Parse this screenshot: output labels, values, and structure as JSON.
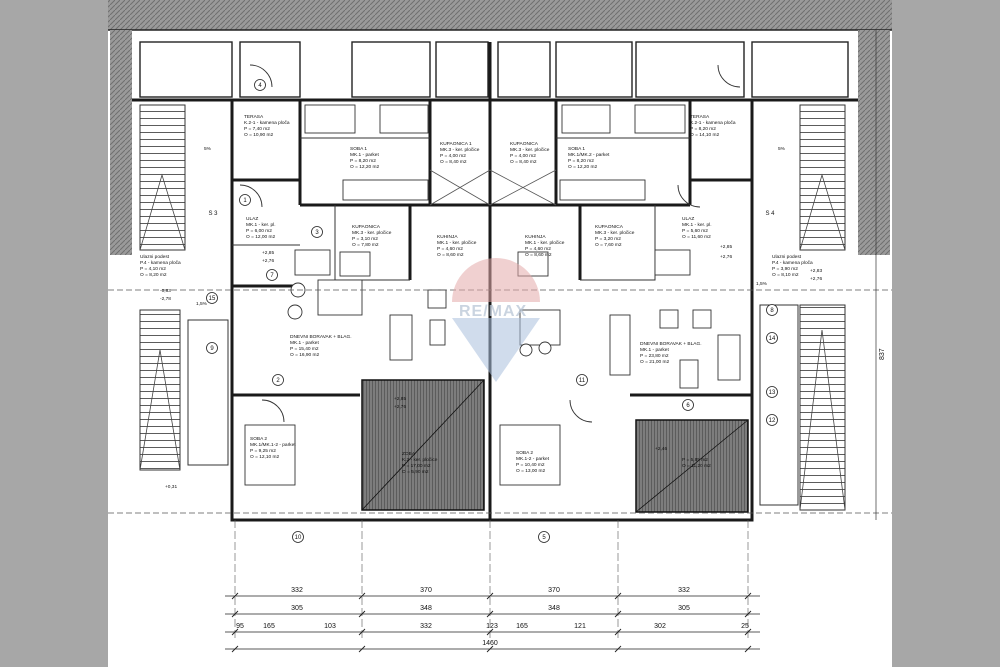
{
  "colors": {
    "background": "#ffffff",
    "margin_fill": "#a7a7a7",
    "roof_hatch": "#8c8c8c",
    "line": "#1a1a1a",
    "watermark_red": "#e4a9a9",
    "watermark_blue": "#a9bfdc"
  },
  "watermark": {
    "text": "RE/MAX"
  },
  "rooms": [
    {
      "name": "TERASA",
      "lines": [
        "K.2-1 - kamena ploča",
        "P = 7,40 m2",
        "O = 10,90 m2"
      ]
    },
    {
      "name": "SOBA 1",
      "lines": [
        "MK.1 - parket",
        "P = 8,20 m2",
        "O = 12,20 m2"
      ]
    },
    {
      "name": "KUPAONICA 1",
      "lines": [
        "MK.3 - ker. pločice",
        "P = 4,00 m2",
        "O = 8,40 m2"
      ]
    },
    {
      "name": "KUPAONICA",
      "lines": [
        "MK.3 - ker. pločice",
        "P = 4,00 m2",
        "O = 8,40 m2"
      ]
    },
    {
      "name": "SOBA 1",
      "lines": [
        "MK.1/MK.2 - parket",
        "P = 8,20 m2",
        "O = 12,20 m2"
      ]
    },
    {
      "name": "TERASA",
      "lines": [
        "K.2-1 - kamena ploča",
        "P = 8,20 m2",
        "O = 14,10 m2"
      ]
    },
    {
      "name": "ULAZ",
      "lines": [
        "MK.1 - ker. pl.",
        "P = 6,00 m2",
        "O = 12,00 m2"
      ]
    },
    {
      "name": "KUPAONICA",
      "lines": [
        "MK.3 - ker. pločice",
        "P = 3,10 m2",
        "O = 7,80 m2"
      ]
    },
    {
      "name": "KUHINJA",
      "lines": [
        "MK.1 - ker. pločice",
        "P = 4,60 m2",
        "O = 8,60 m2"
      ]
    },
    {
      "name": "KUHINJA",
      "lines": [
        "MK.1 - ker. pločice",
        "P = 4,60 m2",
        "O = 8,60 m2"
      ]
    },
    {
      "name": "KUPAONICA",
      "lines": [
        "MK.3 - ker. pločice",
        "P = 3,20 m2",
        "O = 7,60 m2"
      ]
    },
    {
      "name": "ULAZ",
      "lines": [
        "MK.1 - ker. pl.",
        "P = 5,60 m2",
        "O = 11,60 m2"
      ]
    },
    {
      "name": "Ulazni podest",
      "lines": [
        "P.4 - kamena ploča",
        "P = 4,10 m2",
        "O = 8,20 m2"
      ]
    },
    {
      "name": "Ulazni podest",
      "lines": [
        "P.4 - kamena ploča",
        "P = 3,90 m2",
        "O = 8,10 m2"
      ]
    },
    {
      "name": "DNEVNI BORAVAK + BLAG.",
      "lines": [
        "MK.1 - parket",
        "P = 15,40 m2",
        "O = 16,90 m2"
      ]
    },
    {
      "name": "DNEVNI BORAVAK + BLAG.",
      "lines": [
        "MK.1 - parket",
        "P = 23,80 m2",
        "O = 21,00 m2"
      ]
    },
    {
      "name": "SOBA 2",
      "lines": [
        "MK.1/MK.1-2 - parket",
        "P = 9,25 m2",
        "O = 12,10 m2"
      ]
    },
    {
      "name": "SOBA 2",
      "lines": [
        "MK.1-2 - parket",
        "P = 10,40 m2",
        "O = 13,00 m2"
      ]
    },
    {
      "name": "ZOBA",
      "lines": [
        "K.2 - ker. pločice",
        "P = 17,00 m2",
        "O = 5,90 m2"
      ]
    },
    {
      "name": "",
      "lines": [
        "P = 5,85 m2",
        "O = 11,20 m2"
      ]
    }
  ],
  "tags": [
    "1",
    "2",
    "3",
    "4",
    "5",
    "6",
    "7",
    "8",
    "9",
    "10",
    "11",
    "12",
    "13",
    "14",
    "15",
    "S 3",
    "S 4"
  ],
  "levels": [
    "+2,85",
    "+2,76",
    "-0,83",
    "-2,78",
    "+2,85",
    "+2,76",
    "+2,83",
    "+2,76",
    "+0,31",
    "+2,85",
    "+2,76",
    "+2,46"
  ],
  "slopes": [
    "5%",
    "5%",
    "1,5%",
    "1,5%"
  ],
  "side_dimension": "837",
  "dimension_rows": [
    [
      "332",
      "370",
      "370",
      "332"
    ],
    [
      "305",
      "348",
      "348",
      "305"
    ],
    [
      "95",
      "165",
      "103",
      "332",
      "123",
      "165",
      "121",
      "302",
      "25"
    ],
    [
      "1460"
    ]
  ]
}
